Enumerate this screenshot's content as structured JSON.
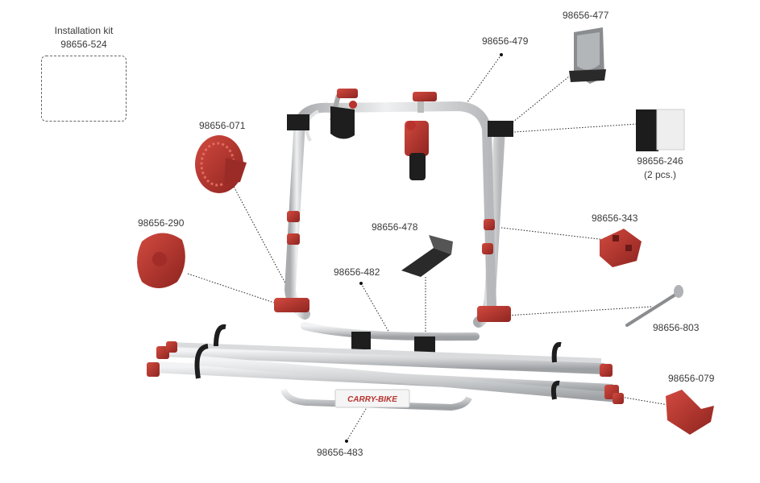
{
  "installation_kit": {
    "title": "Installation kit",
    "code": "98656-524"
  },
  "parts": [
    {
      "code": "98656-477",
      "note": ""
    },
    {
      "code": "98656-479",
      "note": ""
    },
    {
      "code": "98656-246",
      "note": "(2 pcs.)"
    },
    {
      "code": "98656-071",
      "note": ""
    },
    {
      "code": "98656-343",
      "note": ""
    },
    {
      "code": "98656-290",
      "note": ""
    },
    {
      "code": "98656-478",
      "note": ""
    },
    {
      "code": "98656-482",
      "note": ""
    },
    {
      "code": "98656-803",
      "note": ""
    },
    {
      "code": "98656-079",
      "note": ""
    },
    {
      "code": "98656-483",
      "note": ""
    }
  ],
  "product_label": "CARRY-BIKE",
  "colors": {
    "red": "#b8322e",
    "aluminium": "#d4d6d8",
    "black": "#1e1e1e",
    "label": "#3a3a3a"
  }
}
